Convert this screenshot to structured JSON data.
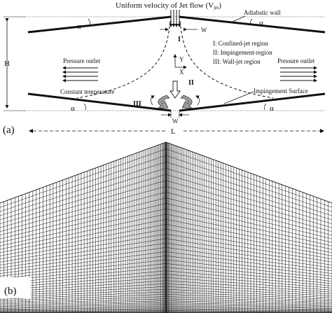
{
  "panel_a": {
    "panel_label": "(a)",
    "top_label": "Uniform velocity of Jet flow (V",
    "top_label_sub": "jet",
    "top_label_close": ")",
    "adiabatic_wall": "Adiabatic wall",
    "height_label": "H",
    "length_label": "L",
    "alpha": "α",
    "w_label": "W",
    "legend": [
      "I: Confined-jet region",
      "II: Impingement-region",
      "III: Wall-jet region"
    ],
    "region_I": "I",
    "region_II": "II",
    "region_III": "III",
    "axis_y": "Y",
    "axis_x": "X",
    "pressure_outlet_left": "Pressure outlet",
    "pressure_outlet_right": "Pressure outlet",
    "constant_temperature": "Constant temperature",
    "impingement_surface": "Impingement Surface"
  },
  "panel_b": {
    "panel_label": "(b)"
  },
  "colors": {
    "ink": "#111111",
    "mesh": "#1a1a1a",
    "arrow_fill": "#9a9a9a"
  }
}
